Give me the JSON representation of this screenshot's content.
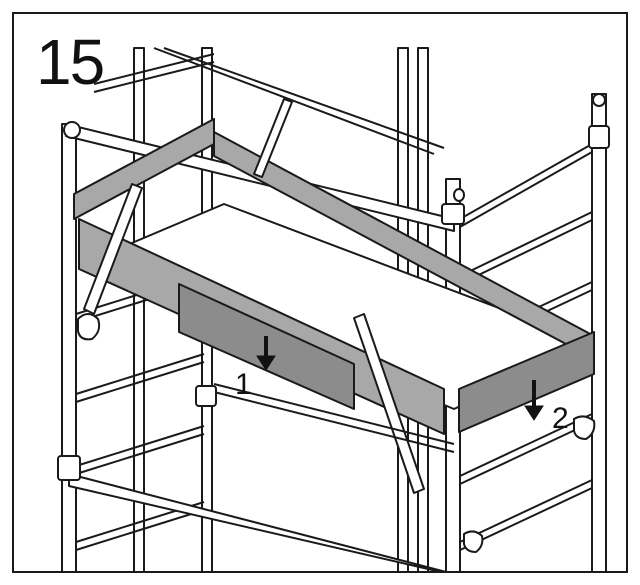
{
  "step": {
    "number": "15"
  },
  "callouts": [
    {
      "label": "1"
    },
    {
      "label": "2"
    }
  ],
  "colors": {
    "line": "#1a1a1a",
    "board": "#a8a8a8",
    "board_dark": "#8c8c8c",
    "deck": "#ffffff"
  }
}
